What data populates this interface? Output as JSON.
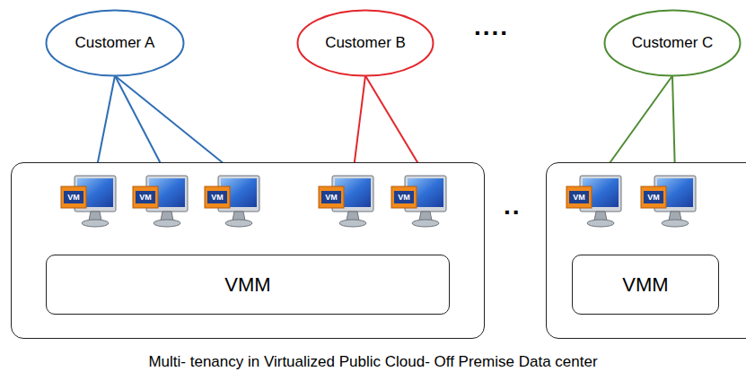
{
  "diagram": {
    "caption": "Multi- tenancy in Virtualized Public Cloud- Off Premise Data center",
    "nodes": [
      {
        "text": [
          "Customer A"
        ]
      },
      {
        "text": [
          "Customer B"
        ]
      },
      {
        "text": [
          "Customer C"
        ]
      },
      {
        "text": []
      },
      {
        "text": [
          "VM"
        ],
        "in": 3
      },
      {
        "text": [
          "VM"
        ],
        "in": 3
      },
      {
        "text": [
          "VM"
        ],
        "in": 3
      },
      {
        "text": [
          "VM"
        ],
        "in": 3
      },
      {
        "text": [
          "VM"
        ],
        "in": 3
      },
      {
        "text": [
          "VMM"
        ],
        "in": 3
      },
      {
        "text": []
      },
      {
        "text": [
          "VM"
        ],
        "in": 10
      },
      {
        "text": [
          "VM"
        ],
        "in": 10
      },
      {
        "text": [
          "VMM"
        ],
        "in": 10
      }
    ],
    "edges": [
      {
        "from": 0,
        "to": 4,
        "arrow": "none"
      },
      {
        "from": 0,
        "to": 5,
        "arrow": "none"
      },
      {
        "from": 0,
        "to": 6,
        "arrow": "none"
      },
      {
        "from": 1,
        "to": 7,
        "arrow": "none"
      },
      {
        "from": 1,
        "to": 8,
        "arrow": "none"
      },
      {
        "from": 2,
        "to": 11,
        "arrow": "none"
      },
      {
        "from": 2,
        "to": 12,
        "arrow": "none"
      }
    ],
    "labels": [
      "....",
      ".."
    ]
  }
}
